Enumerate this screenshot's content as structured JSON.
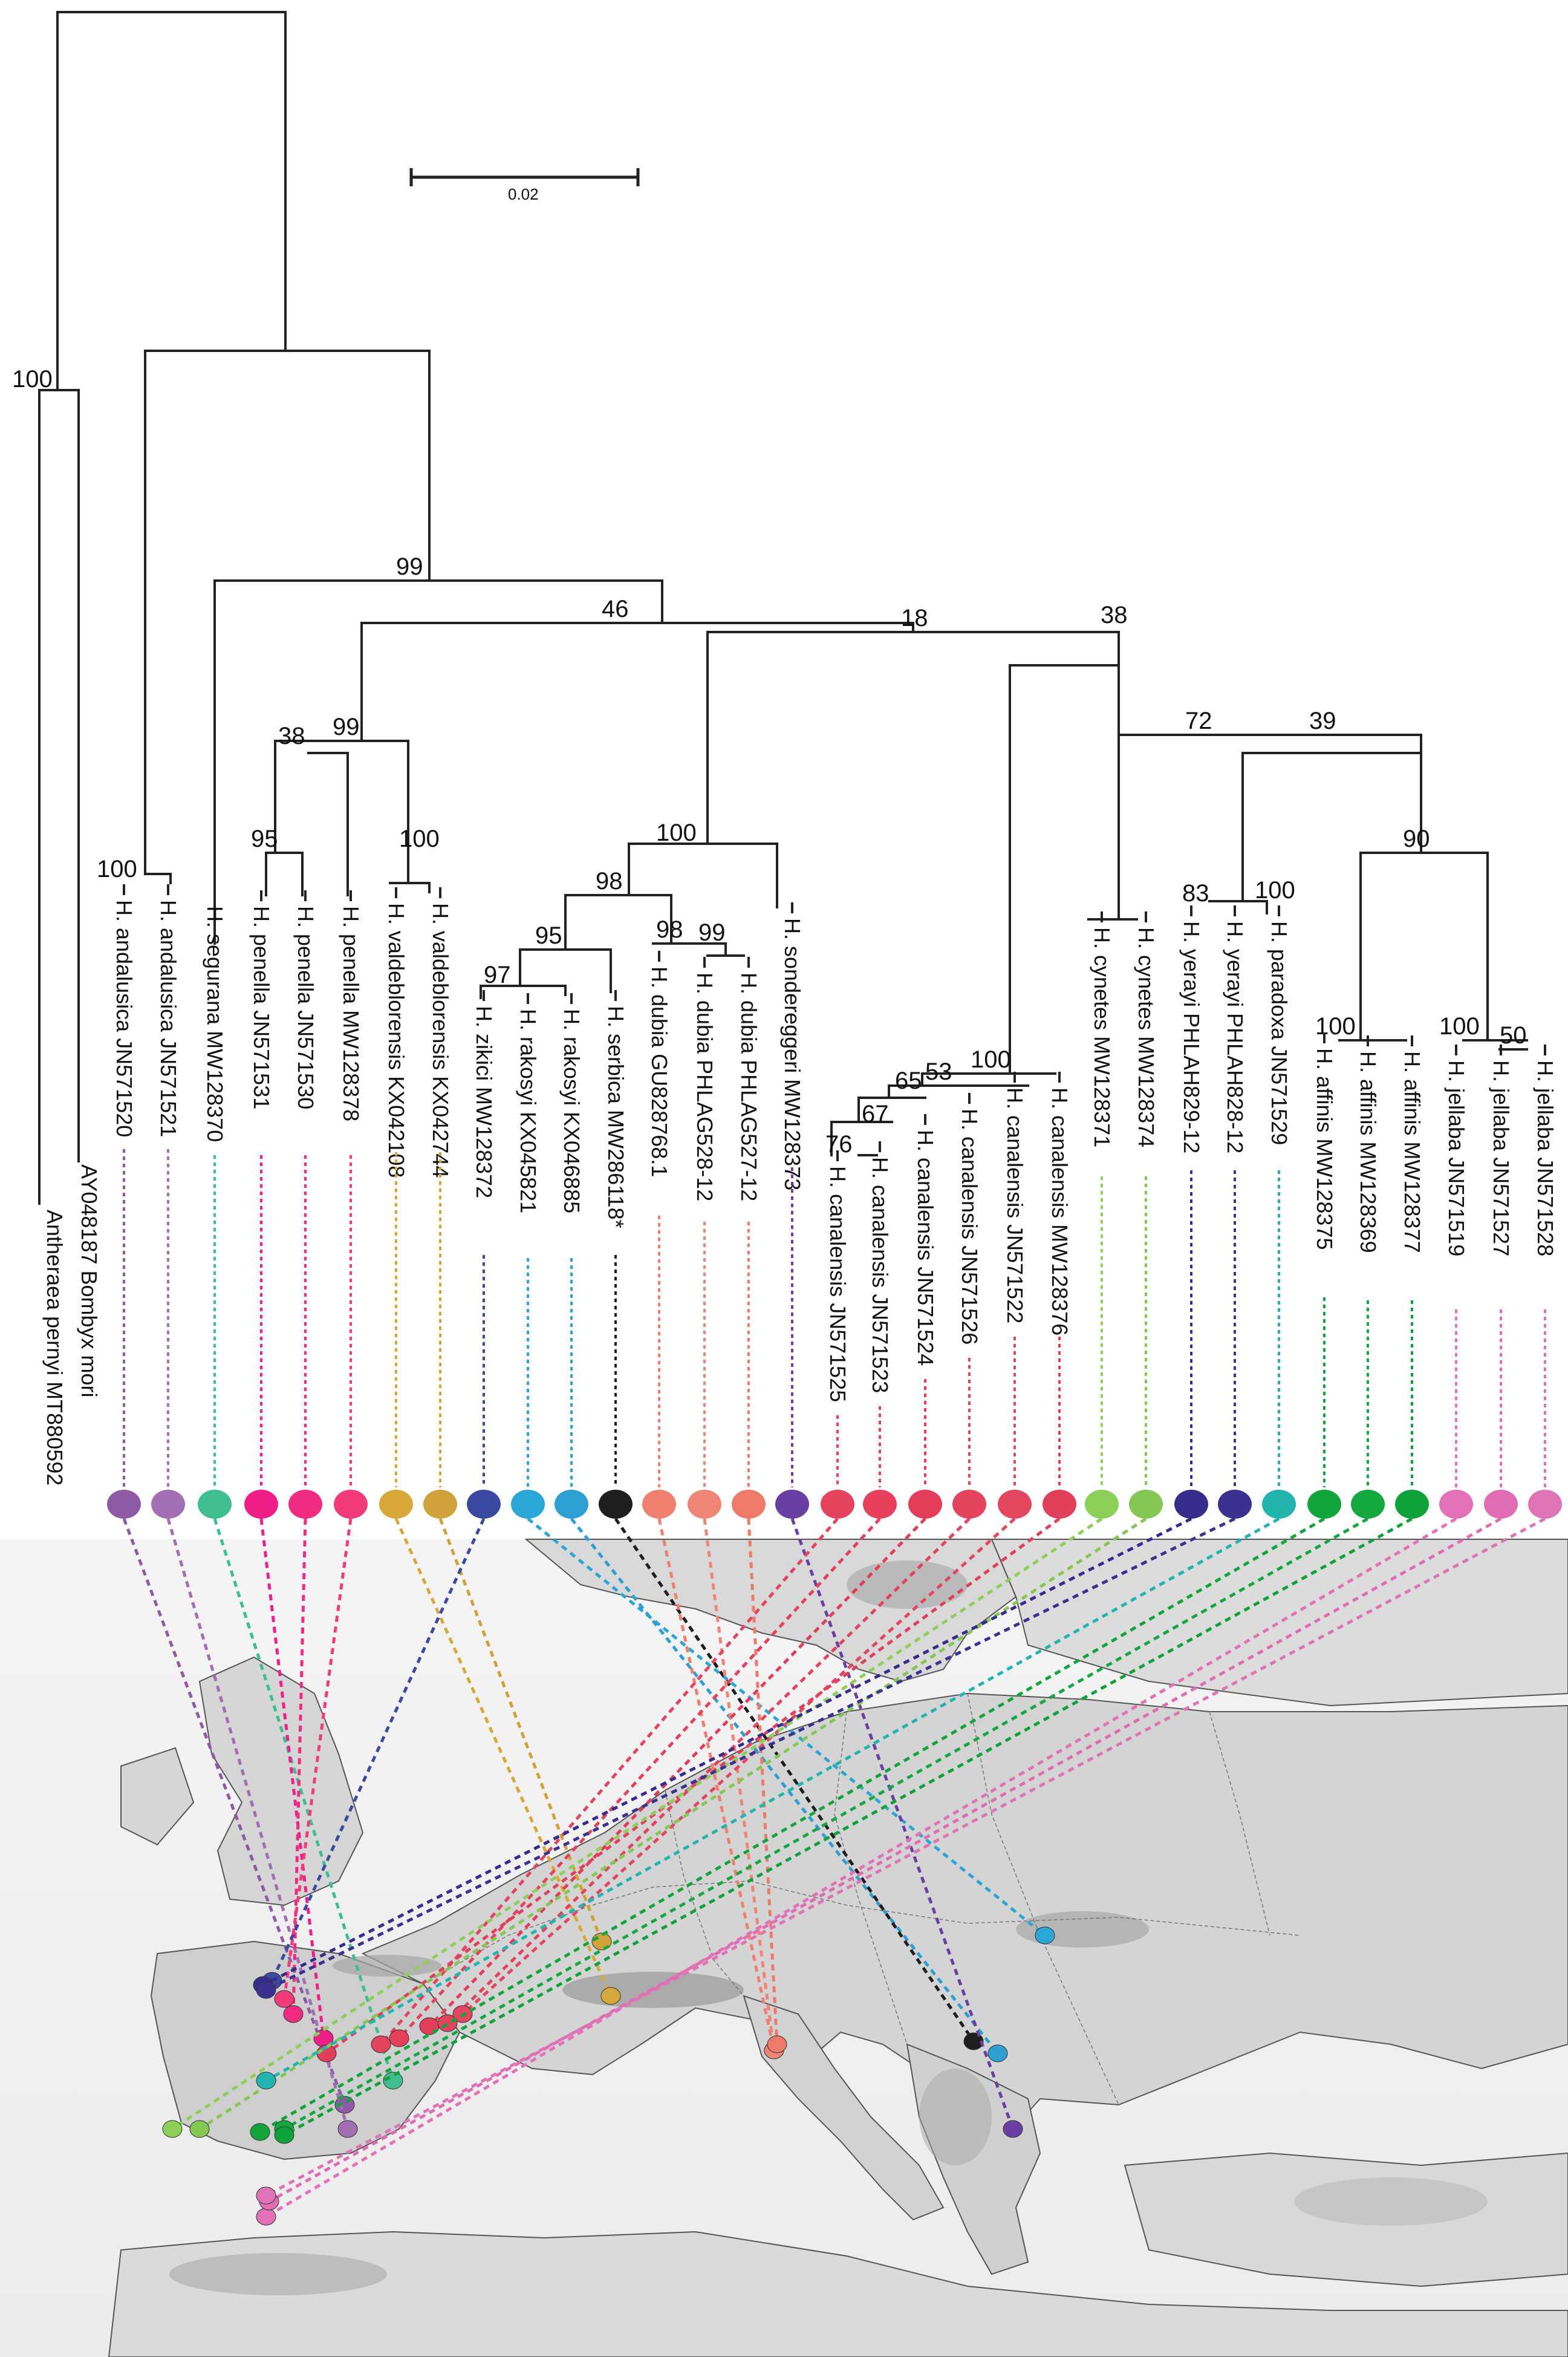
{
  "scale_bar": {
    "label": "0.02"
  },
  "supports": [
    "100",
    "99",
    "46",
    "18",
    "38",
    "99",
    "38",
    "72",
    "39",
    "95",
    "100",
    "100",
    "98",
    "95",
    "97",
    "98",
    "99",
    "100",
    "53",
    "65",
    "67",
    "76",
    "100",
    "83",
    "100",
    "90",
    "100",
    "100",
    "50"
  ],
  "taxa": [
    {
      "name": "H. andalusica JN571520",
      "color": "#8e5aa6"
    },
    {
      "name": "H. andalusica JN571521",
      "color": "#a36fb4"
    },
    {
      "name": "H. segurana MW128370",
      "color": "#3fbf8f"
    },
    {
      "name": "H. penella JN571531",
      "color": "#ef1f8a"
    },
    {
      "name": "H. penella JN571530",
      "color": "#ef2c82"
    },
    {
      "name": "H. penella MW128378",
      "color": "#f23b78"
    },
    {
      "name": "H. valdeblorensis KX042108",
      "color": "#d8a93a"
    },
    {
      "name": "H. valdeblorensis KX042744",
      "color": "#d1a23a"
    },
    {
      "name": "H. zikici MW128372",
      "color": "#3b4aa0"
    },
    {
      "name": "H. rakosyi KX045821",
      "color": "#2aa7d6"
    },
    {
      "name": "H. rakosyi KX046885",
      "color": "#2e9fd3"
    },
    {
      "name": "H. serbica MW286118*",
      "color": "#1e1e1e"
    },
    {
      "name": "H. dubia GU828768.1",
      "color": "#ef7f6f"
    },
    {
      "name": "H. dubia PHLAG528-12",
      "color": "#f08575"
    },
    {
      "name": "H. dubia PHLAG527-12",
      "color": "#ee7a6a"
    },
    {
      "name": "H. sondereggeri MW128373",
      "color": "#6a3fa3"
    },
    {
      "name": "H. canalensis JN571525",
      "color": "#e5445f"
    },
    {
      "name": "H. canalensis JN571523",
      "color": "#e6405c"
    },
    {
      "name": "H. canalensis JN571524",
      "color": "#e43d59"
    },
    {
      "name": "H. canalensis JN571526",
      "color": "#e2435d"
    },
    {
      "name": "H. canalensis JN571522",
      "color": "#e4455f"
    },
    {
      "name": "H. canalensis MW128376",
      "color": "#e0405a"
    },
    {
      "name": "H. cynetes MW128371",
      "color": "#8cd05a"
    },
    {
      "name": "H. cynetes MW128374",
      "color": "#84c853"
    },
    {
      "name": "H. yerayi PHLAH829-12",
      "color": "#352c8c"
    },
    {
      "name": "H. yerayi PHLAH828-12",
      "color": "#3a3190"
    },
    {
      "name": "H. paradoxa JN571529",
      "color": "#22b5b0"
    },
    {
      "name": "H. affinis MW128375",
      "color": "#12a53c"
    },
    {
      "name": "H. affinis MW128369",
      "color": "#16a840"
    },
    {
      "name": "H. affinis MW128377",
      "color": "#10a23a"
    },
    {
      "name": "H. jellaba JN571519",
      "color": "#e371b8"
    },
    {
      "name": "H. jellaba JN571527",
      "color": "#e06cb3"
    },
    {
      "name": "H. jellaba JN571528",
      "color": "#de73b6"
    }
  ],
  "outgroups": [
    "Antheraea pernyi MT880592",
    "AY048187 Bombyx mori"
  ]
}
